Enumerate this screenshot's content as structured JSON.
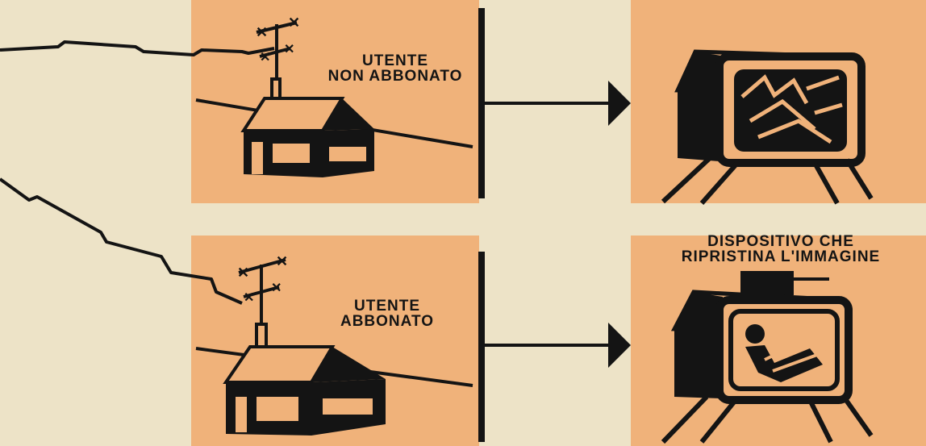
{
  "labels": {
    "non_subscriber_line1": "UTENTE",
    "non_subscriber_line2": "NON ABBONATO",
    "subscriber_line1": "UTENTE",
    "subscriber_line2": "ABBONATO",
    "device_line1": "DISPOSITIVO CHE",
    "device_line2": "RIPRISTINA L'IMMAGINE"
  },
  "colors": {
    "background": "#ede3c7",
    "panel": "#f0b27a",
    "ink": "#141414"
  }
}
